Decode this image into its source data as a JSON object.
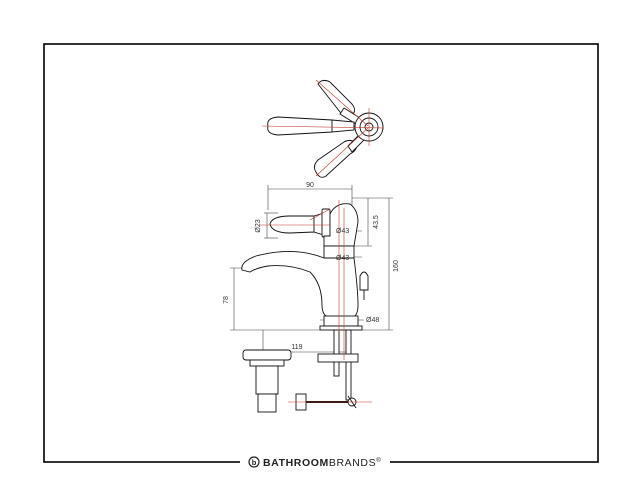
{
  "drawing": {
    "dimensions": {
      "width_top": "90",
      "handle_dia": "Ø23",
      "height_top": "43.5",
      "body_dia_1": "Ø43",
      "body_dia_2": "Ø43",
      "total_height": "160",
      "spout_height": "78",
      "base_dia": "Ø48",
      "spout_reach": "119"
    }
  },
  "footer": {
    "brand_bold": "BATHROOM",
    "brand_light": "BRANDS",
    "trademark": "®",
    "logo_letter": "b"
  },
  "colors": {
    "line": "#111111",
    "dimension": "#c0392b",
    "border": "#000000"
  }
}
